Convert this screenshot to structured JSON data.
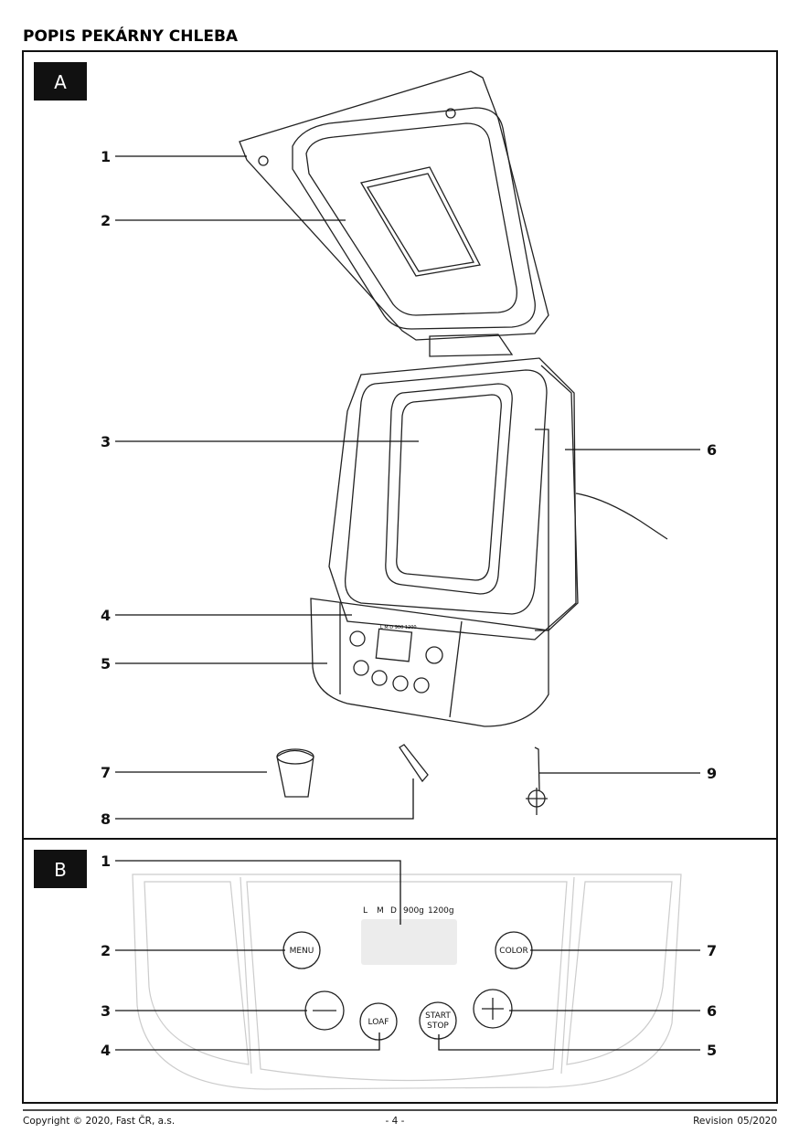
{
  "title": "POPIS PEKÁRNY CHLEBA",
  "section_a": {
    "label": "A",
    "callouts": [
      "1",
      "2",
      "3",
      "4",
      "5",
      "6",
      "7",
      "8",
      "9"
    ]
  },
  "section_b": {
    "label": "B",
    "callouts": [
      "1",
      "2",
      "3",
      "4",
      "5",
      "6",
      "7"
    ],
    "indicators": [
      "L",
      "M",
      "D",
      "900g",
      "1200g"
    ],
    "buttons": {
      "menu": "MENU",
      "color": "COLOR",
      "loaf": "LOAF",
      "start": "START",
      "stop": "STOP"
    }
  },
  "footer": {
    "copyright": "Copyright © 2020, Fast ČR, a.s.",
    "page": "- 4 -",
    "revision_label": "Revision",
    "revision_value": "05/2020"
  }
}
